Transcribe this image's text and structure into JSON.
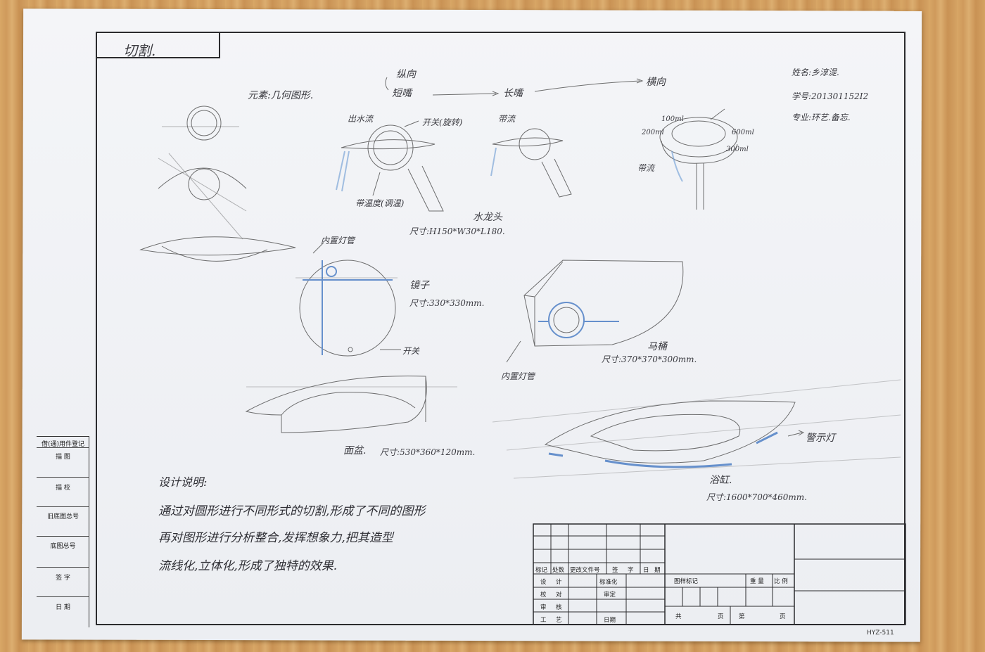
{
  "drawing": {
    "title": "切割.",
    "element_note": "元素:几何图形.",
    "evolution": [
      "纵向",
      "短嘴",
      "长嘴",
      "横向"
    ],
    "author": {
      "name": "姓名:乡淳湜.",
      "id": "学号:201301152I2",
      "major": "专业:环艺.备忘."
    },
    "faucet_labels": {
      "outflow": "出水流",
      "switch": "开关(旋转)",
      "temp": "带流",
      "temp_control": "带温度(调温)",
      "faucet": "水龙头",
      "size": "尺寸:H150*W30*L180.",
      "spray": "带流",
      "vol": [
        "600ml",
        "300ml",
        "200ml",
        "100ml"
      ]
    },
    "mirror": {
      "label": "镜子",
      "size": "尺寸:330*330mm.",
      "light": "内置灯管",
      "switch_lbl": "开关"
    },
    "cabinet": {
      "label": "马桶",
      "size": "尺寸:370*370*300mm.",
      "light": "内置灯管"
    },
    "basin": {
      "label": "面盆.",
      "size": "尺寸:530*360*120mm."
    },
    "bathtub": {
      "label": "浴缸.",
      "size": "尺寸:1600*700*460mm.",
      "lamp": "警示灯"
    },
    "description": {
      "heading": "设计说明:",
      "line1": "通过对圆形进行不同形式的切割,形成了不同的图形",
      "line2": "再对图形进行分析整合,发挥想象力,把其造型",
      "line3": "流线化,立体化,形成了独特的效果."
    }
  },
  "sidebar": {
    "rows": [
      "借(通)用件登记",
      "描    图",
      "描    校",
      "旧底图总号",
      "底图总号",
      "签    字",
      "日    期"
    ]
  },
  "title_block": {
    "row_header": [
      "标记",
      "处数",
      "更改文件号",
      "签",
      "字",
      "日",
      "期"
    ],
    "left_labels": [
      "设",
      "计",
      "校",
      "对",
      "审",
      "核",
      "工",
      "艺"
    ],
    "mid_labels": [
      "标准化",
      "审定",
      "日期"
    ],
    "mark_label": "图样标记",
    "weight_label": "重  量",
    "scale_label": "比 例",
    "total_label": "共",
    "page_label": "页",
    "num_label": "第",
    "page_label2": "页"
  },
  "paper_code": "HYZ-511",
  "colors": {
    "ink": "#3a3a40",
    "blue": "#4d7fc4",
    "frame": "#2b2b2e",
    "paper": "#eef0f4"
  }
}
